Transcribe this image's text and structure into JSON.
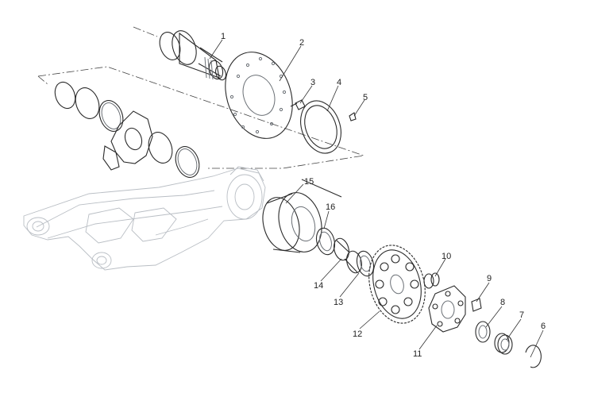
{
  "callouts": [
    {
      "id": "1",
      "label": "1"
    },
    {
      "id": "2",
      "label": "2"
    },
    {
      "id": "3",
      "label": "3"
    },
    {
      "id": "4",
      "label": "4"
    },
    {
      "id": "5",
      "label": "5"
    },
    {
      "id": "6",
      "label": "6"
    },
    {
      "id": "7",
      "label": "7"
    },
    {
      "id": "8",
      "label": "8"
    },
    {
      "id": "9",
      "label": "9"
    },
    {
      "id": "10",
      "label": "10"
    },
    {
      "id": "11",
      "label": "11"
    },
    {
      "id": "12",
      "label": "12"
    },
    {
      "id": "13",
      "label": "13"
    },
    {
      "id": "14",
      "label": "14"
    },
    {
      "id": "15",
      "label": "15"
    },
    {
      "id": "16",
      "label": "16"
    }
  ],
  "colors": {
    "outline_dark": "#2a2a2a",
    "outline_faint": "#b9bec4",
    "background": "#ffffff"
  }
}
